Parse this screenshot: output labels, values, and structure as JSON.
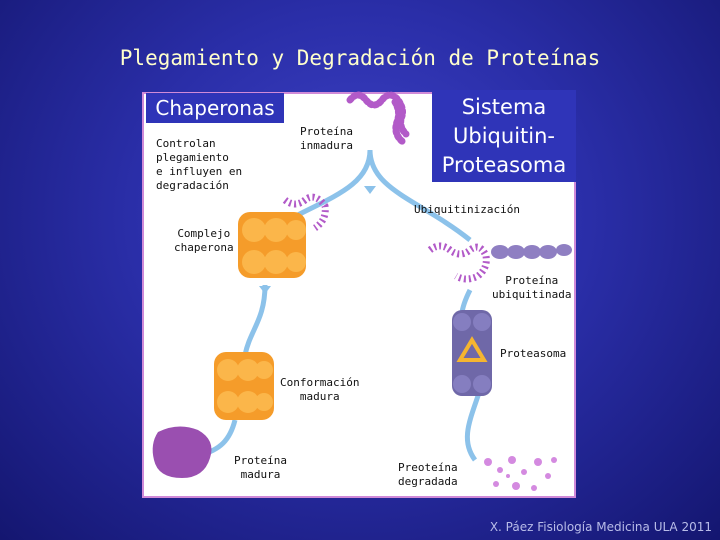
{
  "header": {
    "title": "Plegamiento y Degradación de Proteínas"
  },
  "labels": {
    "chaperonas": "Chaperonas",
    "controlan": [
      "Controlan",
      "plegamiento",
      "e influyen en",
      "degradación"
    ],
    "proteina_inmadura": [
      "Proteína",
      "inmadura"
    ],
    "sistema": [
      "Sistema",
      "Ubiquitin-",
      "Proteasoma"
    ],
    "ubiquitinizacion": "Ubiquitinización",
    "complejo": [
      "Complejo",
      "chaperona"
    ],
    "proteina_ubiquitinada": [
      "Proteína",
      "ubiquitinada"
    ],
    "proteasoma": "Proteasoma",
    "conformacion": [
      "Conformación",
      "madura"
    ],
    "proteina_madura": [
      "Proteína",
      "madura"
    ],
    "proteina_degradada": [
      "Preoteína",
      "degradada"
    ]
  },
  "footer": {
    "credit": "X. Páez Fisiología Medicina ULA 2011"
  },
  "colors": {
    "background": "#2a2ea8",
    "title": "#ffffcc",
    "path": "#7fb8e6",
    "chaperone": "#f5a232",
    "protein": "#b25ac8",
    "accent": "#d08ad8"
  }
}
